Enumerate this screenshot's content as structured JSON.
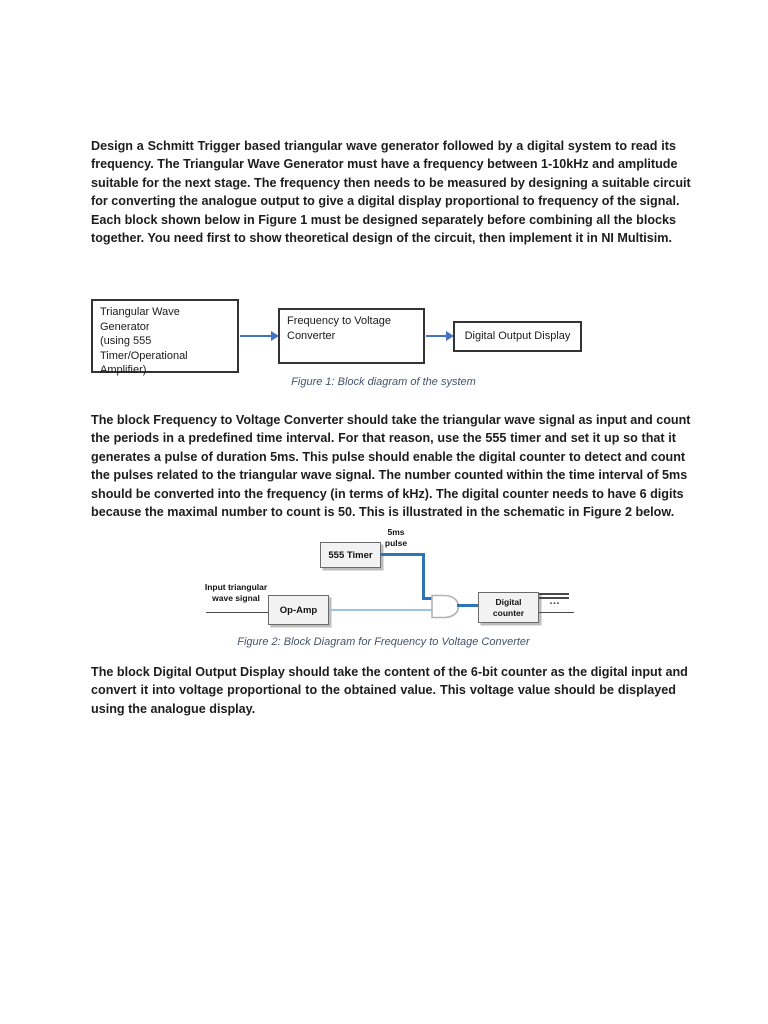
{
  "paragraphs": {
    "p1": [
      "Design a Schmitt Trigger based triangular wave generator followed by a digital system to read its",
      "frequency. The Triangular Wave Generator must have a frequency between 1-10kHz and amplitude",
      "suitable for the next stage. The frequency then needs to be measured by designing a suitable circuit",
      "for converting the analogue output to give a digital display proportional to frequency of the signal.",
      "Each block shown below in Figure 1 must be designed separately before combining all the blocks",
      "together. You need first to show theoretical design of the circuit, then implement it in NI Multisim."
    ],
    "p2": [
      "The block Frequency to Voltage Converter should take the triangular wave signal as input and count",
      "the periods in a predefined time interval. For that reason, use the 555 timer and set it up so that it",
      "generates a pulse of duration 5ms. This pulse should enable the digital counter to detect and count",
      "the pulses related to the triangular wave signal. The number counted within the time interval of 5ms",
      "should be converted into the frequency (in terms of kHz). The digital counter needs to have 6 digits",
      "because the maximal number to count is 50. This is illustrated in the schematic in Figure 2 below."
    ],
    "p3": [
      "The block Digital Output Display should take the content of the 6-bit counter as the digital input and",
      "convert it into voltage proportional to the obtained value. This voltage value should be displayed",
      "using the analogue display."
    ]
  },
  "figure1": {
    "caption": "Figure 1: Block diagram of the system",
    "block1": "Triangular Wave Generator\n(using 555\nTimer/Operational\nAmplifier)",
    "block2": "Frequency to Voltage\nConverter",
    "block3": "Digital Output Display"
  },
  "figure2": {
    "caption": "Figure 2: Block Diagram for Frequency to Voltage Converter",
    "timer_label": "555 Timer",
    "pulse_label": "5ms\npulse",
    "input_label": "Input triangular\nwave signal",
    "opamp_label": "Op-Amp",
    "counter_label": "Digital\ncounter",
    "ellipsis": "…"
  },
  "colors": {
    "arrow_blue": "#4472C4",
    "signal_blue": "#2E75B6",
    "signal_light_blue": "#9DC3E6",
    "caption_gray_blue": "#44546A",
    "body_text": "#1d1d1d",
    "page_background": "#ffffff"
  }
}
